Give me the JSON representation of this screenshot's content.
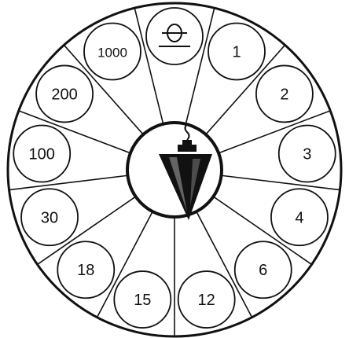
{
  "dial": {
    "center_symbol": "zero-symbol",
    "center_icon": "pendulum-icon",
    "colors": {
      "ink": "#111111",
      "paper": "#ffffff"
    },
    "segments": [
      {
        "id": "zero",
        "label": ""
      },
      {
        "id": "1",
        "label": "1"
      },
      {
        "id": "2",
        "label": "2"
      },
      {
        "id": "3",
        "label": "3"
      },
      {
        "id": "4",
        "label": "4"
      },
      {
        "id": "6",
        "label": "6"
      },
      {
        "id": "12",
        "label": "12"
      },
      {
        "id": "15",
        "label": "15"
      },
      {
        "id": "18",
        "label": "18"
      },
      {
        "id": "30",
        "label": "30"
      },
      {
        "id": "100",
        "label": "100"
      },
      {
        "id": "200",
        "label": "200"
      },
      {
        "id": "1000",
        "label": "1000"
      }
    ]
  }
}
